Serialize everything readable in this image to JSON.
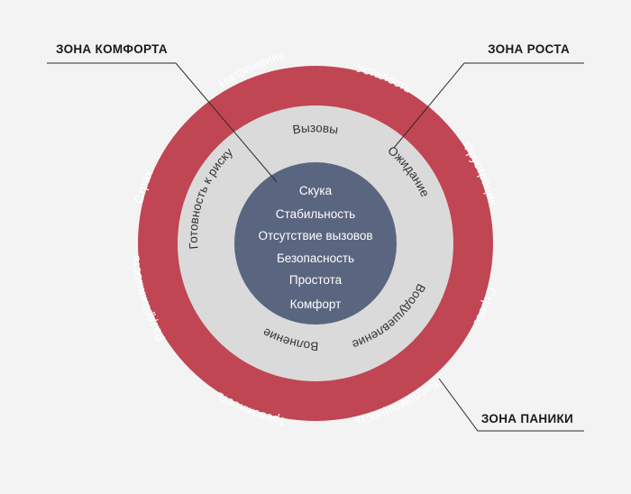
{
  "colors": {
    "background": "#f3f3f3",
    "outer_ring": "#c04653",
    "middle_ring": "#dadada",
    "core": "#5a6580",
    "leader": "#2a2a2a"
  },
  "zones": {
    "comfort": "ЗОНА КОМФОРТА",
    "growth": "ЗОНА РОСТА",
    "panic": "ЗОНА ПАНИКИ"
  },
  "core_items": [
    "Скука",
    "Стабильность",
    "Отсутствие вызовов",
    "Безопасность",
    "Простота",
    "Комфорт"
  ],
  "middle_ring": {
    "challenges": "Вызовы",
    "expectation": "Ожидание",
    "inspiration": "Воодушевление",
    "excitement": "Волнение",
    "risk_readiness": "Готовность к риску"
  },
  "outer_ring": {
    "tension": "Напряжение",
    "fatigue": "Усталость",
    "frustration": "Фрустрация",
    "stress": "Стресс",
    "helplessness": "Беспомощность",
    "anxiety": "Тревожность",
    "irritability": "Раздражимость",
    "fear": "Страх"
  }
}
